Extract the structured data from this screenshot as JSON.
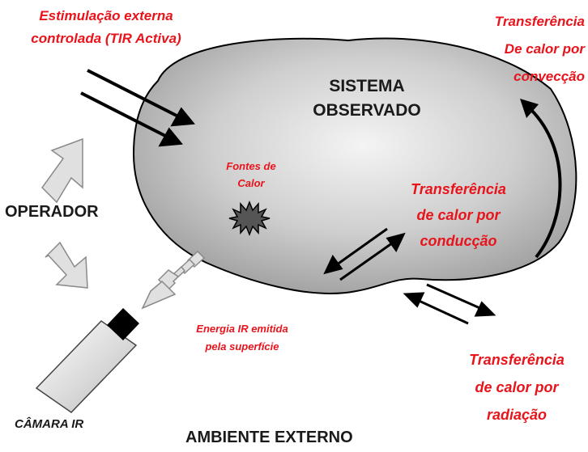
{
  "labels": {
    "active_stimulation": [
      "Estimulação externa",
      "controlada (TIR Activa)"
    ],
    "system": [
      "SISTEMA",
      "OBSERVADO"
    ],
    "convection": [
      "Transferência",
      "De calor por",
      "convecção"
    ],
    "heat_sources": [
      "Fontes de",
      "Calor"
    ],
    "conduction": [
      "Transferência",
      "de calor por",
      "conducção"
    ],
    "operator": "OPERADOR",
    "emitted_energy": [
      "Energia IR emitida",
      "pela superfície"
    ],
    "radiation": [
      "Transferência",
      "de calor por",
      "radiação"
    ],
    "camera": "CÂMARA IR",
    "environment": "AMBIENTE EXTERNO"
  },
  "colors": {
    "label_red": "#e8141b",
    "label_black": "#1a1a1a",
    "blob_light": "#f2f2f2",
    "blob_dark": "#a6a6a6",
    "arrow_gray": "#d9d9d9"
  },
  "icons": [
    "heat-source-star-icon",
    "ir-camera-icon",
    "operator-arrow-icon",
    "emission-arrow-icon"
  ]
}
